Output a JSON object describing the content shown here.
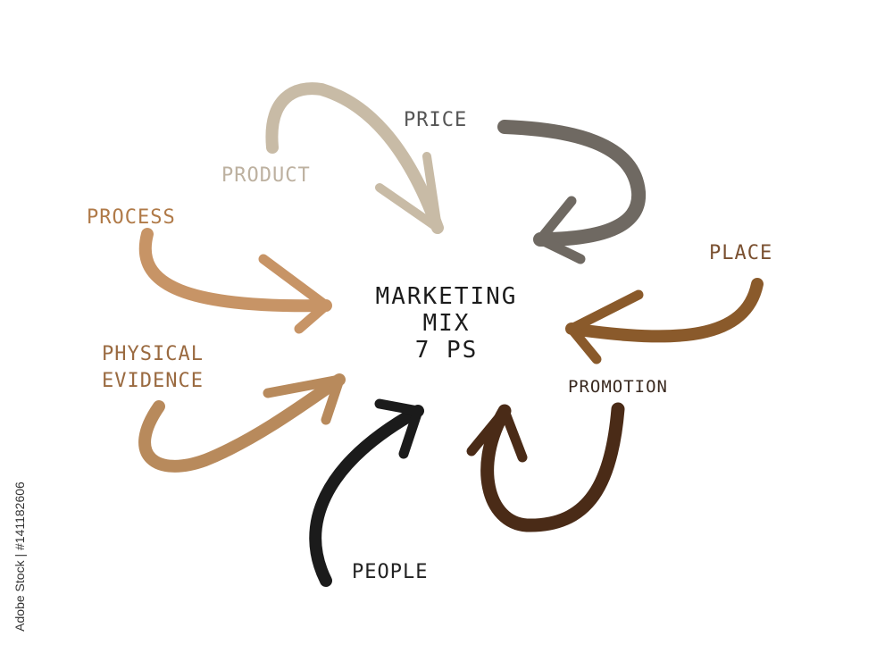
{
  "center": {
    "line1": "MARKETING",
    "line2": "MIX",
    "line3": "7 PS"
  },
  "elements": [
    {
      "key": "product",
      "label": "PRODUCT",
      "color": "#c8bba6"
    },
    {
      "key": "price",
      "label": "PRICE",
      "color": "#6f6962"
    },
    {
      "key": "place",
      "label": "PLACE",
      "color": "#8a5a2b"
    },
    {
      "key": "promotion",
      "label": "PROMOTION",
      "color": "#4a2b17"
    },
    {
      "key": "people",
      "label": "PEOPLE",
      "color": "#1b1b1b"
    },
    {
      "key": "physical_evidence",
      "label": "PHYSICAL EVIDENCE",
      "color": "#b88a5c"
    },
    {
      "key": "process",
      "label": "PROCESS",
      "color": "#c79466"
    }
  ],
  "label_colors": {
    "product": "#bdb1a0",
    "price": "#555555",
    "place": "#7a5030",
    "promotion": "#3a2a20",
    "people": "#222222",
    "physical_evidence": "#9a6a40",
    "process": "#b07a48"
  },
  "watermark": "Adobe Stock | #141182606"
}
